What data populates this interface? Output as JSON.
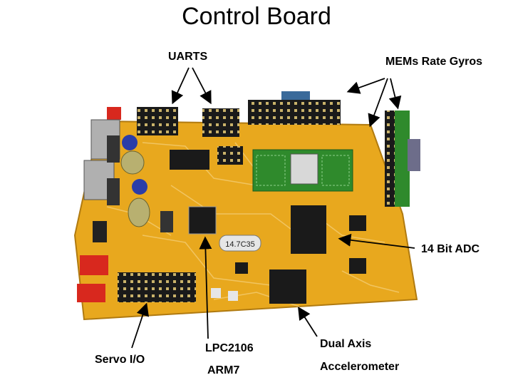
{
  "slide": {
    "title": "Control Board",
    "labels": {
      "uarts": "UARTS",
      "gyros": "MEMs Rate Gyros",
      "adc": "14 Bit ADC",
      "servo": "Servo I/O",
      "lpc": "LPC2106",
      "arm": "ARM7",
      "dual_axis": "Dual Axis",
      "accelerometer": "Accelerometer"
    },
    "chip_markings": {
      "crystal": "14.7C35"
    }
  },
  "colors": {
    "pcb": "#e8a81e",
    "pcb_dark": "#c88a10",
    "gyro_board": "#2f8a2c",
    "header_black": "#1a1a1a",
    "connector_red": "#d8281e",
    "capacitor_blue": "#2a3da8"
  }
}
